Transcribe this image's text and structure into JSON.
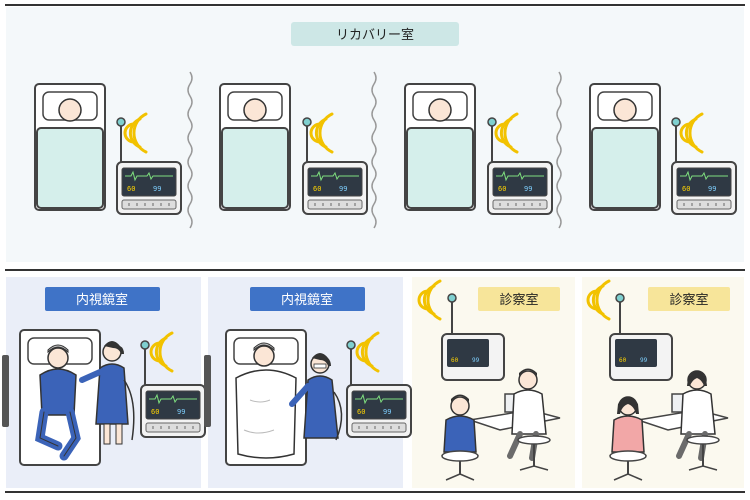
{
  "recovery_room": {
    "label": "リカバリー室",
    "patient_count": 4
  },
  "endoscopy_rooms": [
    {
      "label": "内視鏡室",
      "monitor_values": [
        "60",
        "99"
      ]
    },
    {
      "label": "内視鏡室",
      "monitor_values": [
        "60",
        "99"
      ]
    }
  ],
  "exam_rooms": [
    {
      "label": "診察室"
    },
    {
      "label": "診察室"
    }
  ],
  "colors": {
    "recovery_bg": "#f4f8fa",
    "endoscopy_bg": "#eaeef8",
    "exam_bg": "#fbf9ef",
    "recovery_label_bg": "#cde7e6",
    "endoscopy_label_bg": "#3f73c7",
    "exam_label_bg": "#f7e59a",
    "blanket": "#d5efeb",
    "signal": "#f2c200",
    "antenna_tip": "#7fd0d0"
  },
  "icons": [
    "wireless-signal-icon",
    "vital-monitor-icon",
    "hospital-bed-icon",
    "patient-icon",
    "nurse-icon",
    "doctor-icon",
    "desk-computer-icon",
    "chair-icon"
  ]
}
